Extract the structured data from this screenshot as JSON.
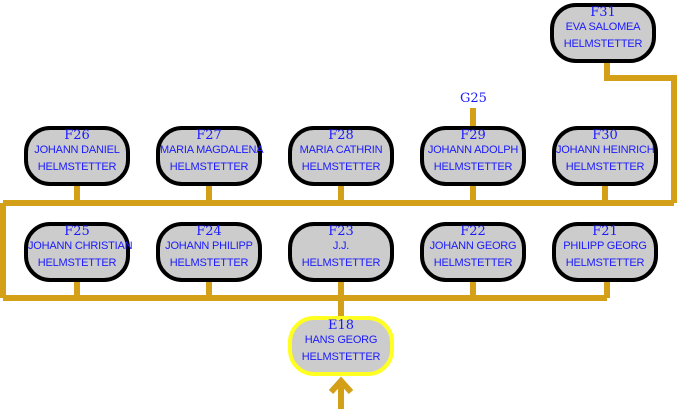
{
  "colors": {
    "link": "#d4a017",
    "root_border": "#ffff22",
    "node_fill": "#cccccc",
    "text": "#1a1aff"
  },
  "nodes": {
    "f31": {
      "id": "F31",
      "first": "EVA SALOMEA",
      "last": "HELMSTETTER"
    },
    "f26": {
      "id": "F26",
      "first": "JOHANN DANIEL",
      "last": "HELMSTETTER"
    },
    "f27": {
      "id": "F27",
      "first": "MARIA MAGDALENA",
      "last": "HELMSTETTER"
    },
    "f28": {
      "id": "F28",
      "first": "MARIA CATHRIN",
      "last": "HELMSTETTER"
    },
    "f29": {
      "id": "F29",
      "first": "JOHANN ADOLPH",
      "last": "HELMSTETTER"
    },
    "f30": {
      "id": "F30",
      "first": "JOHANN HEINRICH",
      "last": "HELMSTETTER"
    },
    "f25": {
      "id": "F25",
      "first": "JOHANN CHRISTIAN",
      "last": "HELMSTETTER"
    },
    "f24": {
      "id": "F24",
      "first": "JOHANN PHILIPP",
      "last": "HELMSTETTER"
    },
    "f23": {
      "id": "F23",
      "first": "J.J.",
      "last": "HELMSTETTER"
    },
    "f22": {
      "id": "F22",
      "first": "JOHANN GEORG",
      "last": "HELMSTETTER"
    },
    "f21": {
      "id": "F21",
      "first": "PHILIPP GEORG",
      "last": "HELMSTETTER"
    },
    "e18": {
      "id": "E18",
      "first": "HANS GEORG",
      "last": "HELMSTETTER"
    }
  },
  "external_link": {
    "label": "G25"
  }
}
